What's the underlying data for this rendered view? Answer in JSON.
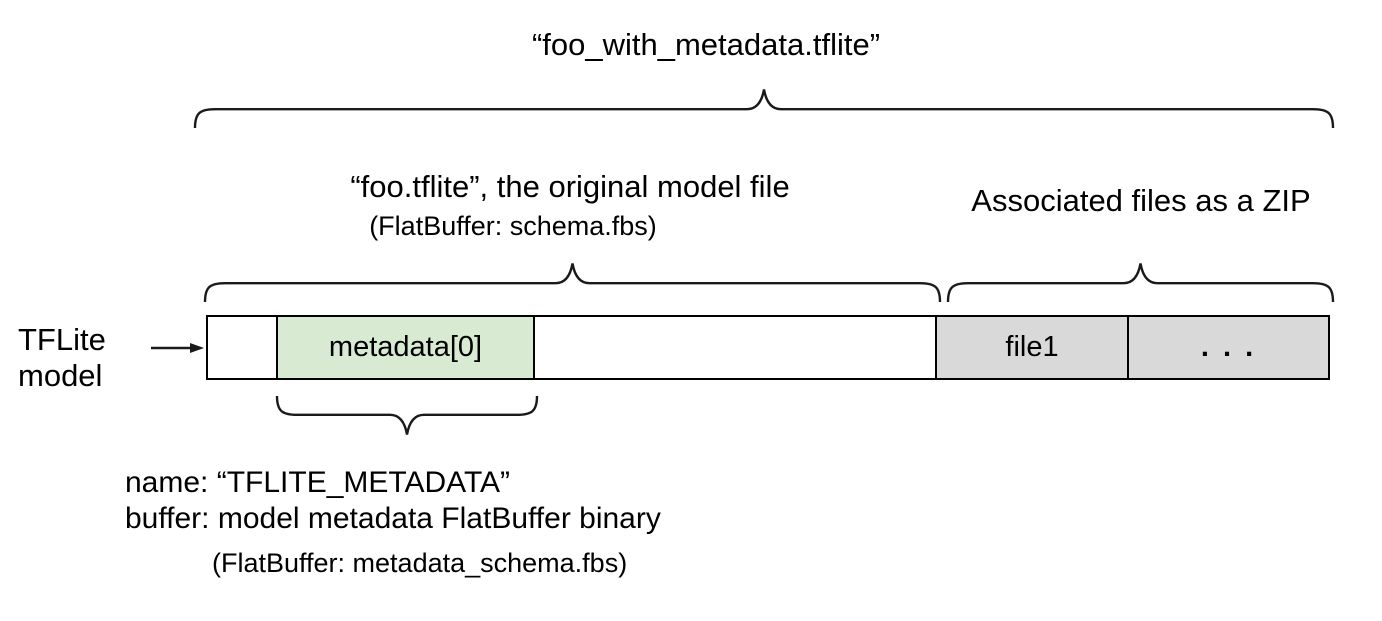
{
  "title": "“foo_with_metadata.tflite”",
  "model_section": {
    "label": "“foo.tflite”, the original model file",
    "sublabel": "(FlatBuffer: schema.fbs)"
  },
  "zip_section": {
    "label": "Associated files as a ZIP"
  },
  "model_pointer": {
    "line1": "TFLite",
    "line2": "model"
  },
  "bar": {
    "segments": [
      {
        "id": "header",
        "label": "",
        "fill": "#ffffff"
      },
      {
        "id": "metadata0",
        "label": "metadata[0]",
        "fill": "#d9ead3"
      },
      {
        "id": "model-body",
        "label": "",
        "fill": "#ffffff"
      },
      {
        "id": "file1",
        "label": "file1",
        "fill": "#d9d9d9"
      },
      {
        "id": "more-files",
        "label": ". . .",
        "fill": "#d9d9d9"
      }
    ]
  },
  "metadata_note": {
    "line1": "name: “TFLITE_METADATA”",
    "line2": "buffer: model metadata FlatBuffer binary",
    "line3": "(FlatBuffer: metadata_schema.fbs)"
  },
  "colors": {
    "green": "#d9ead3",
    "gray": "#d9d9d9",
    "line": "#1a1a1a"
  }
}
